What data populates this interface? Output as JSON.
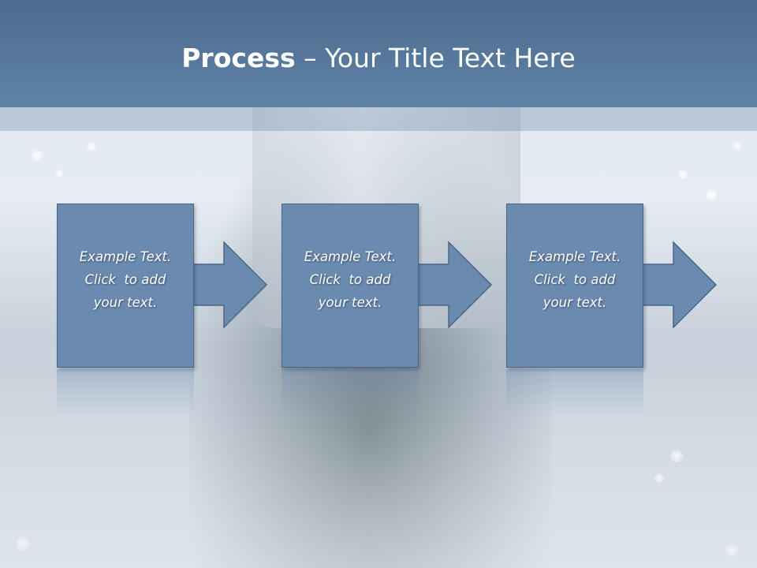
{
  "slide": {
    "title_bold": "Process",
    "title_rest": " – Your Title Text Here"
  },
  "steps": [
    {
      "line1": "Example Text.",
      "line2": "Click  to add",
      "line3": "your text."
    },
    {
      "line1": "Example Text.",
      "line2": "Click  to add",
      "line3": "your text."
    },
    {
      "line1": "Example Text.",
      "line2": "Click  to add",
      "line3": "your text."
    }
  ],
  "colors": {
    "header": "#5a7ca0",
    "step_fill": "#6a8ab0",
    "step_border": "#4b6688",
    "text": "#ffffff"
  }
}
